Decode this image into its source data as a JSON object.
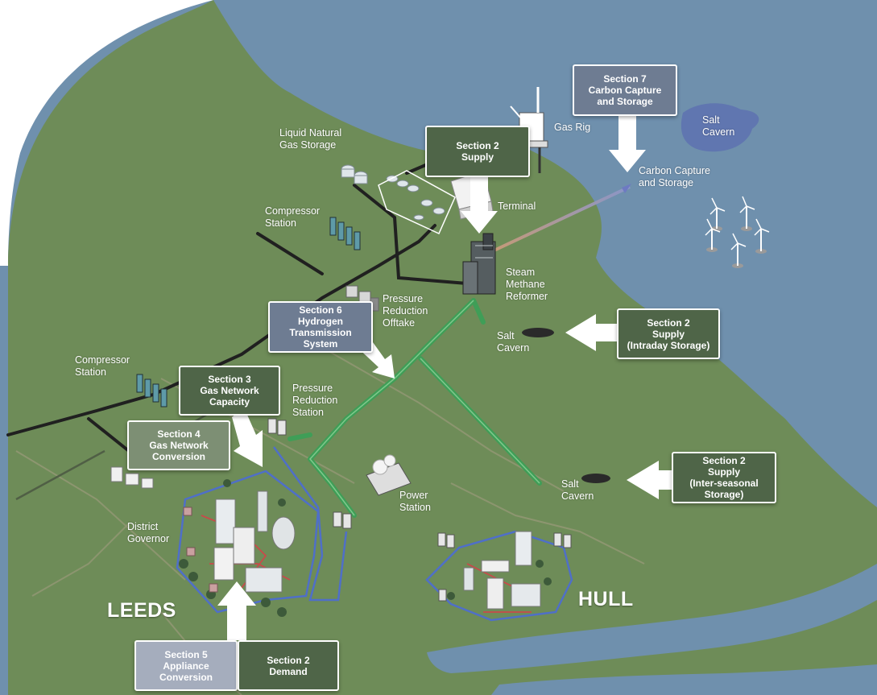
{
  "colors": {
    "sea": "#6f90ad",
    "land": "#6e8c58",
    "land_dark": "#5f7b4c",
    "pipe_green": "#4fb266",
    "pipe_black": "#222222",
    "ccs_pipe": "#c8a27a",
    "section_dark": "#4f6548",
    "section_blue": "#6e7c92",
    "section_light": "#7d8f74",
    "section_lightblue": "#a5adbd",
    "border_white": "#ffffff"
  },
  "map_labels": {
    "lng_storage": [
      "Liquid Natural",
      "Gas Storage"
    ],
    "compressor_top": [
      "Compressor",
      "Station"
    ],
    "compressor_left": [
      "Compressor",
      "Station"
    ],
    "gas_rig": "Gas Rig",
    "terminal": "Terminal",
    "smr": [
      "Steam",
      "Methane",
      "Reformer"
    ],
    "pressure_offtake": [
      "Pressure",
      "Reduction",
      "Offtake"
    ],
    "pressure_station": [
      "Pressure",
      "Reduction",
      "Station"
    ],
    "salt_cavern_sea": [
      "Salt",
      "Cavern"
    ],
    "salt_cavern_mid": [
      "Salt",
      "Cavern"
    ],
    "salt_cavern_low": [
      "Salt",
      "Cavern"
    ],
    "ccs_site": [
      "Carbon Capture",
      "and Storage"
    ],
    "power_station": [
      "Power",
      "Station"
    ],
    "district_governor": [
      "District",
      "Governor"
    ]
  },
  "cities": {
    "leeds": "LEEDS",
    "hull": "HULL"
  },
  "sections": {
    "s7_ccs": [
      "Section 7",
      "Carbon Capture",
      "and Storage"
    ],
    "s2_supply": [
      "Section 2",
      "Supply"
    ],
    "s6_hts": [
      "Section 6",
      "Hydrogen",
      "Transmission",
      "System"
    ],
    "s2_intraday": [
      "Section 2",
      "Supply",
      "(Intraday Storage)"
    ],
    "s3_capacity": [
      "Section 3",
      "Gas Network",
      "Capacity"
    ],
    "s4_conversion": [
      "Section 4",
      "Gas Network",
      "Conversion"
    ],
    "s2_interseasonal": [
      "Section 2",
      "Supply",
      "(Inter-seasonal",
      "Storage)"
    ],
    "s5_appliance": [
      "Section 5",
      "Appliance",
      "Conversion"
    ],
    "s2_demand": [
      "Section 2",
      "Demand"
    ]
  }
}
